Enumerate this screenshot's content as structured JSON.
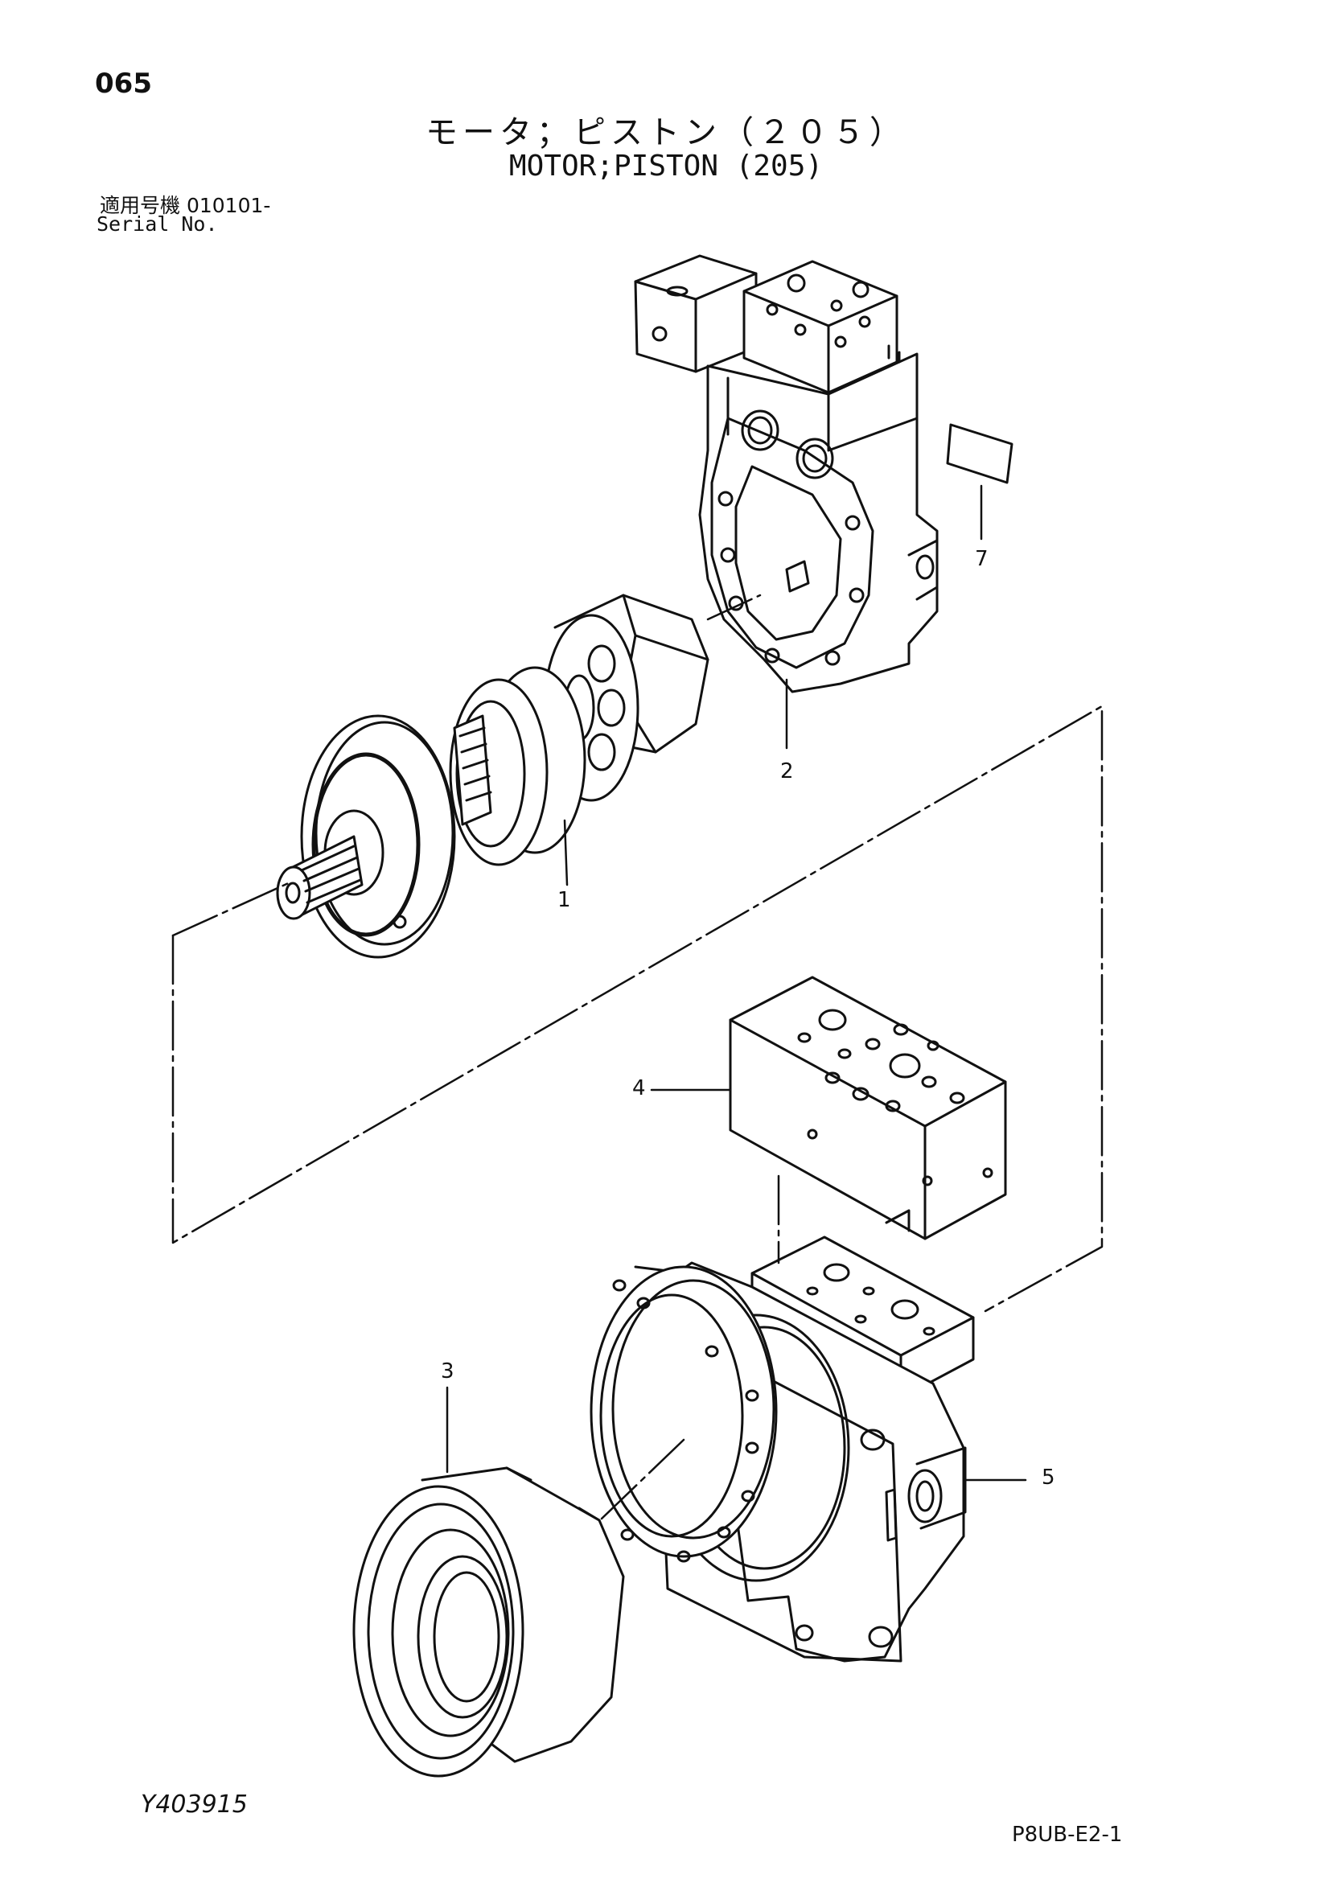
{
  "header": {
    "page_number": "065",
    "title_jp": "モータ；ピストン（２０５）",
    "title_en": "MOTOR;PISTON (205)",
    "serial_label_jp": "適用号機 010101-",
    "serial_label_en": "Serial No."
  },
  "callouts": [
    {
      "id": "1",
      "label": "1"
    },
    {
      "id": "2",
      "label": "2"
    },
    {
      "id": "3",
      "label": "3"
    },
    {
      "id": "4",
      "label": "4"
    },
    {
      "id": "5",
      "label": "5"
    },
    {
      "id": "7",
      "label": "7"
    }
  ],
  "footer": {
    "figure_code": "Y403915",
    "page_code": "P8UB-E2-1"
  }
}
